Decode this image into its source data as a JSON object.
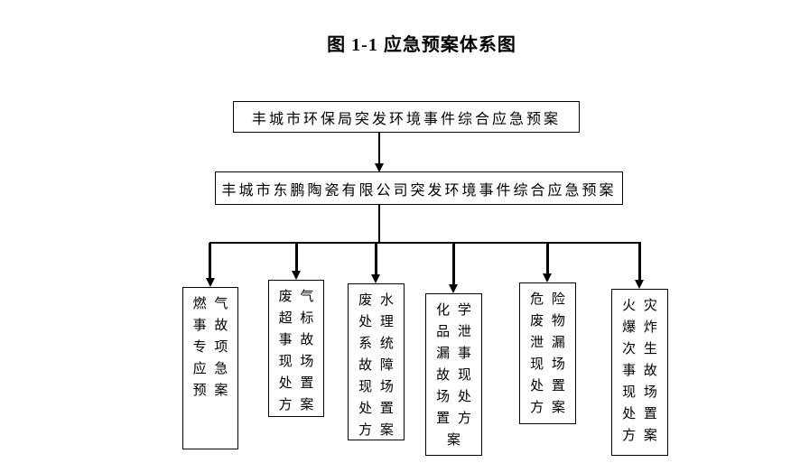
{
  "diagram": {
    "title": "图 1-1 应急预案体系图",
    "level1": "丰城市环保局突发环境事件综合应急预案",
    "level2": "丰城市东鹏陶瓷有限公司突发环境事件综合应急预案",
    "children": [
      {
        "label": "燃气事故专项应急预案",
        "text": "燃 气\n事 故\n专 项\n应 急\n预 案"
      },
      {
        "label": "废气超标事故现场处置方案",
        "text": "废 气\n超 标\n事 故\n现 场\n处 置\n方 案"
      },
      {
        "label": "废水处理系统故障现场处置方案",
        "text": "废 水\n处 理\n系 统\n故 障\n现 场\n处 置\n方 案"
      },
      {
        "label": "化学品泄漏事故现场处置方案",
        "text": "化 学\n品 泄\n漏 事\n故 现\n场 处\n置 方\n案"
      },
      {
        "label": "危险废物泄漏现场处置方案",
        "text": "危 险\n废 物\n泄 漏\n现 场\n处 置\n方 案"
      },
      {
        "label": "火灾爆炸次生事故现场处置方案",
        "text": "火 灾\n爆 炸\n次 生\n事 故\n现 场\n处 置\n方 案"
      }
    ],
    "colors": {
      "line": "#000000",
      "text": "#000000",
      "background": "#ffffff"
    }
  }
}
